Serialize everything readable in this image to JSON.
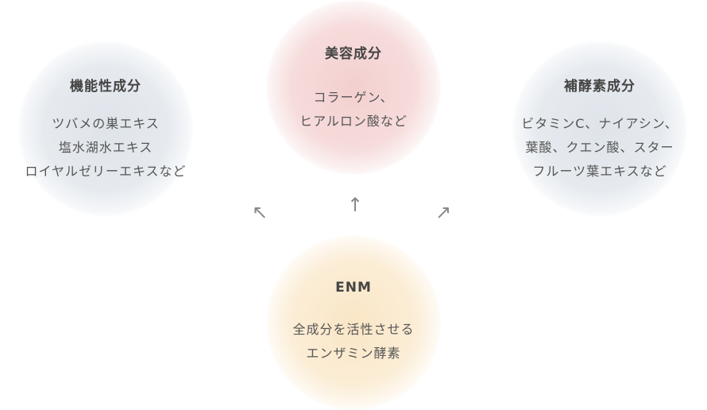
{
  "circles": {
    "functional": {
      "title": "機能性成分",
      "lines": [
        "ツバメの巣エキス",
        "塩水湖水エキス",
        "ロイヤルゼリーエキスなど"
      ]
    },
    "beauty": {
      "title": "美容成分",
      "lines": [
        "コラーゲン、",
        "ヒアルロン酸など"
      ]
    },
    "coenzyme": {
      "title": "補酵素成分",
      "lines": [
        "ビタミンC、ナイアシン、",
        "葉酸、クエン酸、スター",
        "フルーツ葉エキスなど"
      ]
    },
    "enm": {
      "title": "ENM",
      "lines": [
        "全成分を活性させる",
        "エンザミン酵素"
      ]
    }
  },
  "arrows": {
    "left": "↖",
    "up": "↑",
    "right": "↗"
  },
  "colors": {
    "gray": "#e3e8ee",
    "pink": "#f5d6d6",
    "cream": "#fbecd0"
  }
}
